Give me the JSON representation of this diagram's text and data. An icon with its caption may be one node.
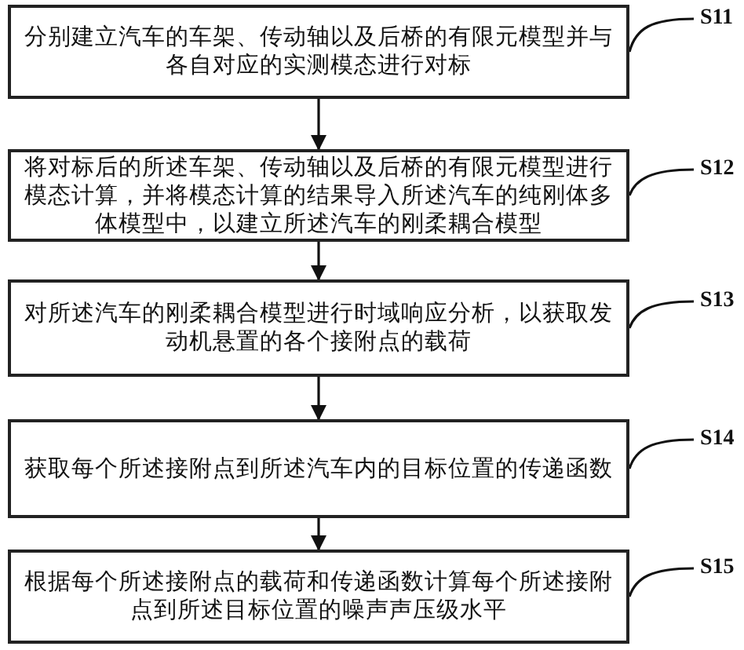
{
  "diagram": {
    "nodes": [
      {
        "text": [
          "分别建立汽车的车架、传动轴以及后桥的有限元模型并与各自对应的实测模态进行对标"
        ]
      },
      {
        "text": [
          "S11"
        ]
      },
      {
        "text": [
          "将对标后的所述车架、传动轴以及后桥的有限元模型进行模态计算，并将模态计算的结果导入所述汽车的纯刚体多体模型中，以建立所述汽车的刚柔耦合模型"
        ]
      },
      {
        "text": [
          "S12"
        ]
      },
      {
        "text": [
          "对所述汽车的刚柔耦合模型进行时域响应分析，以获取发动机悬置的各个接附点的载荷"
        ]
      },
      {
        "text": [
          "S13"
        ]
      },
      {
        "text": [
          "获取每个所述接附点到所述汽车内的目标位置的传递函数"
        ]
      },
      {
        "text": [
          "S14"
        ]
      },
      {
        "text": [
          "根据每个所述接附点的载荷和传递函数计算每个所述接附点到所述目标位置的噪声声压级水平"
        ]
      },
      {
        "text": [
          "S15"
        ]
      }
    ],
    "edges": [
      {
        "from": 0,
        "to": 2,
        "arrow": "to"
      },
      {
        "from": 2,
        "to": 4,
        "arrow": "to"
      },
      {
        "from": 4,
        "to": 6,
        "arrow": "to"
      },
      {
        "from": 6,
        "to": 8,
        "arrow": "to"
      },
      {
        "from": 1,
        "to": 0,
        "arrow": "none"
      },
      {
        "from": 3,
        "to": 2,
        "arrow": "none"
      },
      {
        "from": 5,
        "to": 4,
        "arrow": "none"
      },
      {
        "from": 7,
        "to": 6,
        "arrow": "none"
      },
      {
        "from": 9,
        "to": 8,
        "arrow": "none"
      }
    ]
  }
}
